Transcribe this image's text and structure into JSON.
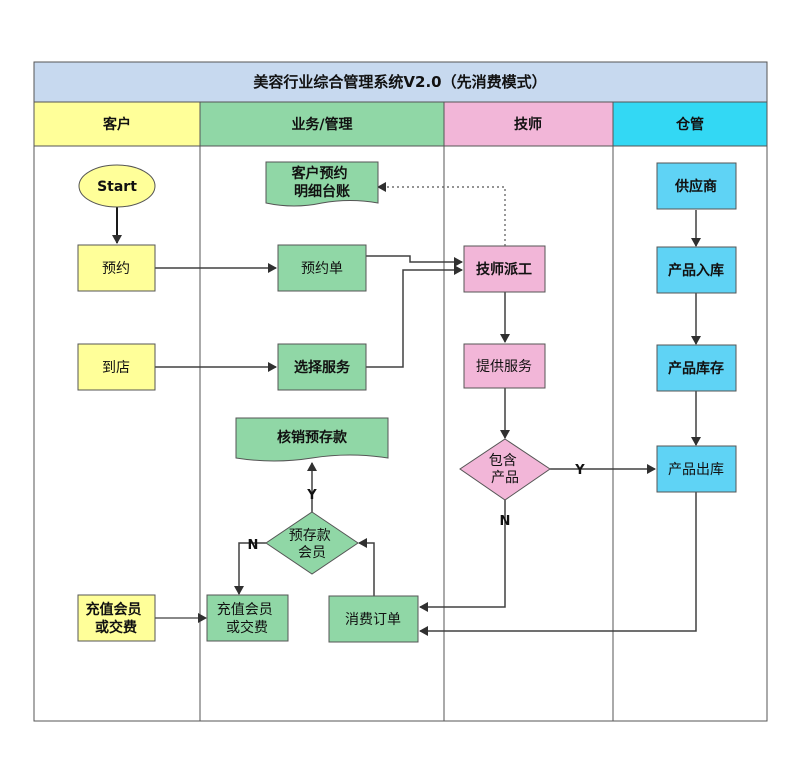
{
  "title": "美容行业综合管理系统V2.0（先消费模式）",
  "lanes": {
    "customer": "客户",
    "business": "业务/管理",
    "technician": "技师",
    "warehouse": "仓管"
  },
  "nodes": {
    "start": "Start",
    "reserve": "预约",
    "arrive": "到店",
    "recharge_customer": [
      "充值会员",
      "或交费"
    ],
    "reservation_ledger": [
      "客户预约",
      "明细台账"
    ],
    "reservation_form": "预约单",
    "select_service": "选择服务",
    "writeoff_deposit": "核销预存款",
    "deposit_member": [
      "预存款",
      "会员"
    ],
    "recharge_business": [
      "充值会员",
      "或交费"
    ],
    "consumption_order": "消费订单",
    "dispatch": "技师派工",
    "provide_service": "提供服务",
    "includes_product": [
      "包含",
      "产品"
    ],
    "supplier": "供应商",
    "product_in": "产品入库",
    "product_stock": "产品库存",
    "product_out": "产品出库"
  },
  "edge_labels": {
    "yes_up": "Y",
    "no_left": "N",
    "yes_right": "Y",
    "no_down": "N"
  },
  "colors": {
    "header_bg": "#c7d9ef",
    "customer_lane": "#ffff99",
    "business_lane": "#90d7a6",
    "technician_lane": "#f2b6d8",
    "warehouse_lane": "#33d8f4",
    "yellow_node": "#ffff99",
    "green_node": "#90d7a6",
    "pink_node": "#f2b6d8",
    "cyan_node": "#5fd3f5",
    "line": "#404040"
  }
}
